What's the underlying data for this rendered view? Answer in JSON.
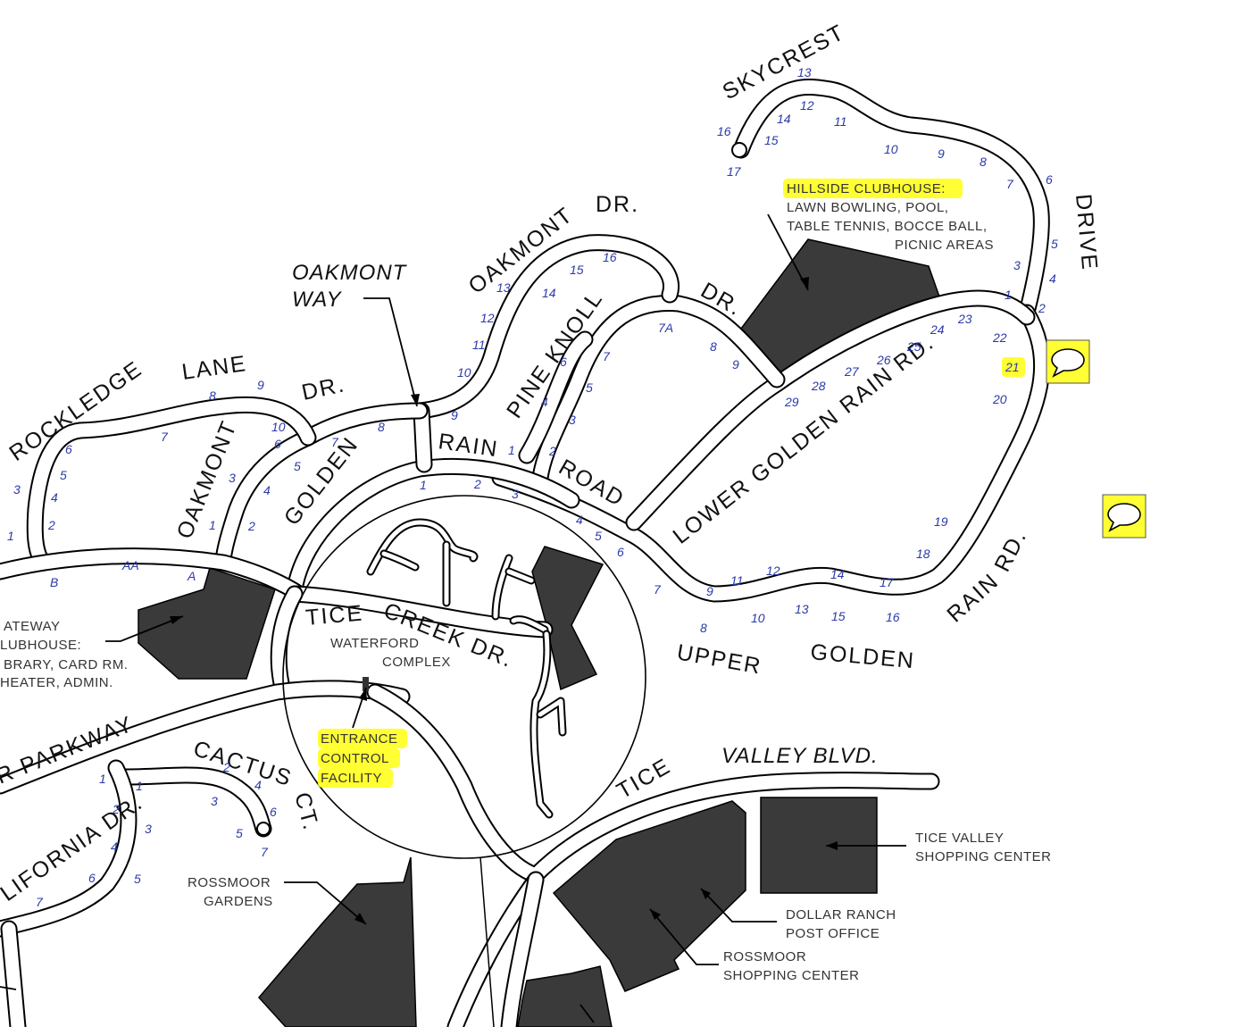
{
  "streets": {
    "skycrest": "SKYCREST",
    "drive": "DRIVE",
    "oakmont_dr": "OAKMONT",
    "oakmont_dr2": "DR.",
    "oakmont_way_1": "OAKMONT",
    "oakmont_way_2": "WAY",
    "pine_knoll": "PINE KNOLL",
    "pine_knoll_dr": "DR.",
    "rockledge": "ROCKLEDGE",
    "lane": "LANE",
    "rockledge_dr": "DR.",
    "oakmont_lower": "OAKMONT",
    "golden": "GOLDEN",
    "rain": "RAIN",
    "road": "ROAD",
    "lower_golden_rain": "LOWER GOLDEN RAIN RD.",
    "upper": "UPPER",
    "golden_upper": "GOLDEN",
    "rain_upper": "RAIN",
    "rd_upper": "RD.",
    "tice_creek": "TICE",
    "creek_dr": "CREEK DR.",
    "tice_valley_tice": "TICE",
    "valley_blvd": "VALLEY BLVD.",
    "parkway": "R PARKWAY",
    "cactus": "CACTUS",
    "ct": "CT.",
    "california": "LIFORNIA DR."
  },
  "facilities": {
    "hillside_title": "HILLSIDE CLUBHOUSE:",
    "hillside_line1": "LAWN BOWLING, POOL,",
    "hillside_line2": "TABLE TENNIS, BOCCE BALL,",
    "hillside_line3": "PICNIC AREAS",
    "gateway_1": "ATEWAY",
    "gateway_2": "LUBHOUSE:",
    "gateway_3": "BRARY, CARD RM.",
    "gateway_4": "HEATER, ADMIN.",
    "waterford_1": "WATERFORD",
    "waterford_2": "COMPLEX",
    "entrance_1": "ENTRANCE",
    "entrance_2": "CONTROL",
    "entrance_3": "FACILITY",
    "rossmoor_gardens_1": "ROSSMOOR",
    "rossmoor_gardens_2": "GARDENS",
    "tice_valley_sc_1": "TICE VALLEY",
    "tice_valley_sc_2": "SHOPPING CENTER",
    "dollar_ranch_1": "DOLLAR RANCH",
    "dollar_ranch_2": "POST OFFICE",
    "rossmoor_sc_1": "ROSSMOOR",
    "rossmoor_sc_2": "SHOPPING CENTER"
  },
  "highlight_color": "#ffff33",
  "number_color": "#2b3aa8",
  "comment_icon": "speech-bubble-icon",
  "numbers": {
    "n_13a": "13",
    "n_12a": "12",
    "n_14a": "14",
    "n_11a": "11",
    "n_15a": "15",
    "n_16a": "16",
    "n_17a": "17",
    "n_10a": "10",
    "n_9a": "9",
    "n_8a": "8",
    "n_7a": "7",
    "n_6a": "6",
    "n_5a": "5",
    "n_4a": "4",
    "n_3a": "3",
    "n_1a": "1",
    "n_2a": "2",
    "n_15b": "15",
    "n_16b": "16",
    "n_13b": "13",
    "n_14b": "14",
    "n_12b": "12",
    "n_11b": "11",
    "n_10b": "10",
    "n_9b": "9",
    "n_7Ab": "7A",
    "n_8b": "8",
    "n_9c": "9",
    "n_7c": "7",
    "n_6c": "6",
    "n_5c": "5",
    "n_4c": "4",
    "n_3c": "3",
    "n_2c": "2",
    "n_1c": "1",
    "n_23": "23",
    "n_22": "22",
    "n_21": "21",
    "n_20": "20",
    "n_24": "24",
    "n_25": "25",
    "n_26": "26",
    "n_27": "27",
    "n_28": "28",
    "n_29": "29",
    "n_19": "19",
    "n_18": "18",
    "n_17d": "17",
    "n_16d": "16",
    "n_15d": "15",
    "n_14d": "14",
    "n_13d": "13",
    "n_12d": "12",
    "n_11d": "11",
    "n_10d": "10",
    "n_9d": "9",
    "n_8d": "8",
    "n_7d": "7",
    "n_6d": "6",
    "n_5d": "5",
    "n_4d": "4",
    "n_3d": "3",
    "n_2d": "2",
    "n_1d": "1",
    "n_8e": "8",
    "n_7e": "7",
    "n_9e": "9",
    "n_6e": "6",
    "n_10e": "10",
    "n_5e": "5",
    "n_4e": "4",
    "n_3e": "3",
    "n_2e": "2",
    "n_1e": "1",
    "n_6f": "6",
    "n_5f": "5",
    "n_4f": "4",
    "n_3f": "3",
    "n_2f": "2",
    "n_1f": "1",
    "n_Bg": "B",
    "n_AAg": "AA",
    "n_Ag": "A",
    "n_2h": "2",
    "n_4h": "4",
    "n_3h": "3",
    "n_6h": "6",
    "n_5h": "5",
    "n_7h": "7",
    "n_1h": "1",
    "n_1i": "1",
    "n_2i": "2",
    "n_3i": "3",
    "n_4i": "4",
    "n_5i": "5",
    "n_6i": "6",
    "n_7i": "7"
  }
}
